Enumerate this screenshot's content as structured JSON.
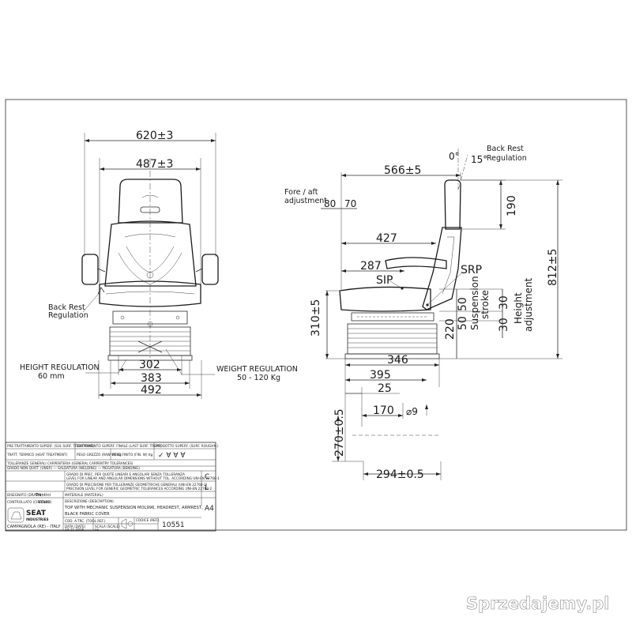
{
  "front_view": {
    "dims": {
      "overall_width": "620±3",
      "back_width": "487±3",
      "frame_302": "302",
      "frame_383": "383",
      "frame_492": "492"
    },
    "labels": {
      "back_rest_1": "Back Rest",
      "back_rest_2": "Regulation",
      "height_reg_1": "HEIGHT REGULATION",
      "height_reg_2": "60 mm",
      "weight_reg_1": "WEIGHT REGULATION",
      "weight_reg_2": "50 - 120 Kg"
    }
  },
  "side_view": {
    "dims": {
      "depth": "566±5",
      "fore_80": "80",
      "fore_70": "70",
      "headrest_190": "190",
      "d427": "427",
      "d287": "287",
      "total_height": "812±5",
      "seat_height": "310±5",
      "s50a": "50",
      "s50b": "50",
      "h30a": "30",
      "h30b": "30",
      "d220": "220",
      "d346": "346",
      "d395": "395",
      "d25": "25",
      "d170": "170",
      "d9": "⌀9",
      "rail_270": "270±0.5",
      "rail_294": "294±0.5"
    },
    "labels": {
      "angle_0": "0°",
      "angle_15": "15°",
      "back_rest_1": "Back Rest",
      "back_rest_2": "Regulation",
      "fore_aft_1": "Fore / aft",
      "fore_aft_2": "adjustment",
      "sip": "SIP",
      "srp": "SRP",
      "suspension_1": "Suspension",
      "suspension_2": "stroke",
      "height_adj_1": "Height",
      "height_adj_2": "adjustment"
    }
  },
  "title_block": {
    "r1a": "PRE-TRATTAMENTO SUPERF. (SUL SURF. TREATMENT)",
    "r1b": "TRATTAMENTO SUPERF. FINALE (LAST SURF. TREAT)",
    "r1c": "PRODOTTO SUPERF. (SURF. ROUGHN.)",
    "r2a": "TRATT. TERMICO (HEAT TREATMENT)",
    "r2b": "PESO GREZZO (RAW W) Kg",
    "r2c": "PESO FINITO (FIN. W) Kg",
    "r3": "TOLLERANZE GENERALI CARPENTERIA (GENERAL CARPENTRY TOLERANCES)",
    "r4": "GRADO NON QUOT. (UNSP.) — SALDATURA (WELDING) — PIEGATURA (BENDING)",
    "r5": "GRADO DI PREC. PER QUOTE LINEARI E ANGOLARI SENZA TOLLERANZA",
    "r6": "LEVEL FOR LINEAR AND ANGULAR DIMENSIONS WITHOUT TOL. ACCORDING UNI-EN 22768-1",
    "r7": "GRADO DI PRECISIONE PER TOLLERANZE GEOMETRICHE GENERALI (UNI-EN 22768-2)",
    "r8": "PRECISION LEVEL FOR GENERIC GEOMETRIC TOLERANCES ACCORDING UNI-EN 22768-2",
    "sheet_c": "C",
    "sheet_l": "L",
    "drawn_label": "DISEGNATO (DRAWN)",
    "drawn_value": "Trentini",
    "checked_label": "CONTROLLATO (CHECKED)",
    "checked_value": "Villani",
    "material_label": "MATERIALE (MATERIAL)",
    "desc_label": "DESCRIZIONE (DESCRIPTION)",
    "desc_1": "TOP WITH MECHANIC SUSPENSION MOL996, HEADREST, ARMREST,",
    "desc_2": "BLACK FABRIC COVER",
    "size": "A4",
    "code_label": "CODICE (REF.)",
    "code_value": "10551",
    "logo_1": "SEAT",
    "logo_2": "INDUSTRIES",
    "location": "CAMPAGNOLA (RE) - ITALY",
    "draw_no_label": "COD. A-TRC. (TOOL REF.)",
    "date_label": "DATA (DATE)",
    "date_value": "14-11-2016",
    "scale_label": "SCALA (SCALE)",
    "scale_value": "no"
  },
  "watermark": "Sprzedajemy.pl"
}
